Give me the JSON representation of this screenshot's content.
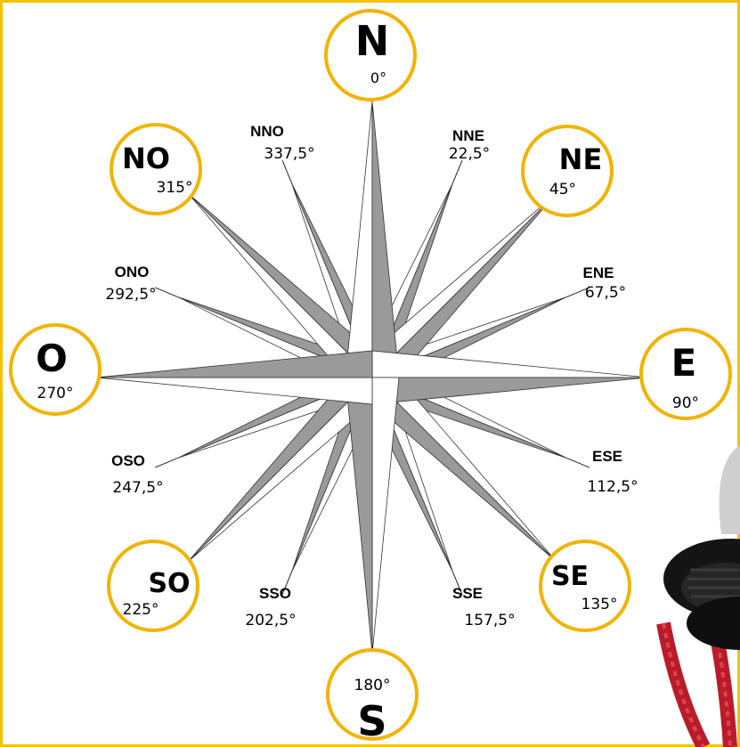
{
  "colors": {
    "frame_border": "#f2c200",
    "circle_stroke": "#f2b300",
    "rose_gray": "#9a9a9a",
    "rose_light": "#ffffff",
    "rose_outline": "#333333",
    "thread_red": "#c0202a",
    "toggle_black": "#151515"
  },
  "compass": {
    "cardinals": [
      {
        "name": "N",
        "degrees": "0°"
      },
      {
        "name": "E",
        "degrees": "90°"
      },
      {
        "name": "S",
        "degrees": "180°"
      },
      {
        "name": "O",
        "degrees": "270°"
      }
    ],
    "intercardinals": [
      {
        "name": "NE",
        "degrees": "45°"
      },
      {
        "name": "SE",
        "degrees": "135°"
      },
      {
        "name": "SO",
        "degrees": "225°"
      },
      {
        "name": "NO",
        "degrees": "315°"
      }
    ],
    "minor": [
      {
        "name": "NNE",
        "degrees": "22,5°"
      },
      {
        "name": "ENE",
        "degrees": "67,5°"
      },
      {
        "name": "ESE",
        "degrees": "112,5°"
      },
      {
        "name": "SSE",
        "degrees": "157,5°"
      },
      {
        "name": "SSO",
        "degrees": "202,5°"
      },
      {
        "name": "OSO",
        "degrees": "247,5°"
      },
      {
        "name": "ONO",
        "degrees": "292,5°"
      },
      {
        "name": "NNO",
        "degrees": "337,5°"
      }
    ]
  },
  "decor": {
    "corner_photo_icon": "cord-lock-toggle-icon"
  }
}
